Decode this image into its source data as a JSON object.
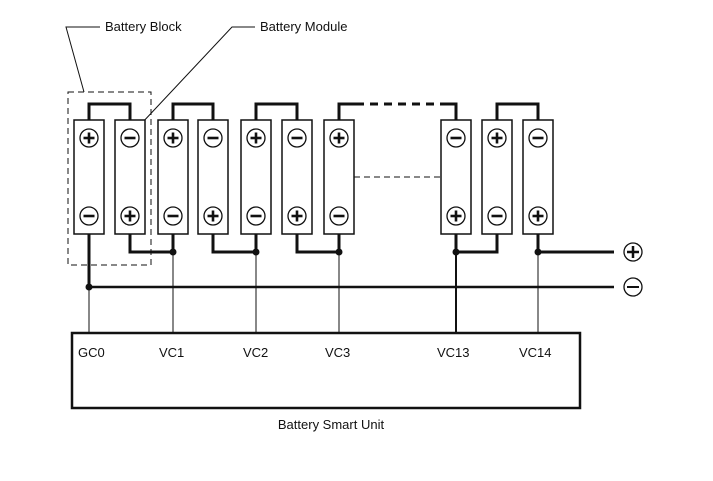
{
  "diagram": {
    "callouts": {
      "battery_block": "Battery Block",
      "battery_module": "Battery Module"
    },
    "modules": [
      {
        "id": 1,
        "top": "+",
        "bottom": "-"
      },
      {
        "id": 2,
        "top": "-",
        "bottom": "+"
      },
      {
        "id": 3,
        "top": "+",
        "bottom": "-"
      },
      {
        "id": 4,
        "top": "-",
        "bottom": "+"
      },
      {
        "id": 5,
        "top": "+",
        "bottom": "-"
      },
      {
        "id": 6,
        "top": "-",
        "bottom": "+"
      },
      {
        "id": 7,
        "top": "+",
        "bottom": "-"
      },
      {
        "id": 8,
        "top": "-",
        "bottom": "+"
      },
      {
        "id": 9,
        "top": "+",
        "bottom": "-"
      },
      {
        "id": 10,
        "top": "-",
        "bottom": "+"
      }
    ],
    "terminals": {
      "positive": "+",
      "negative": "-"
    },
    "smart_unit": {
      "label": "Battery Smart Unit",
      "pins": [
        "GC0",
        "VC1",
        "VC2",
        "VC3",
        "VC13",
        "VC14"
      ]
    }
  }
}
